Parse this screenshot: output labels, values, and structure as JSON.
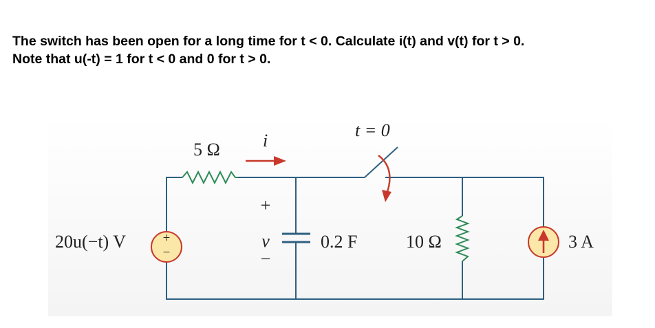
{
  "question": {
    "line1": "The switch has been open for a long time for t < 0. Calculate i(t) and v(t) for t > 0.",
    "line2": "Note that u(-t) = 1 for t < 0 and 0 for t > 0."
  },
  "circuit": {
    "resistor_left_label": "5 Ω",
    "current_label": "i",
    "switch_label": "t = 0",
    "voltage_source_label": "20u(−t) V",
    "source_plus": "+",
    "source_minus": "−",
    "cap_plus": "+",
    "cap_var": "v",
    "cap_minus": "−",
    "capacitor_label": "0.2 F",
    "resistor_right_label": "10 Ω",
    "current_source_label": "3 A"
  },
  "colors": {
    "wire": "#2e5f80",
    "resistor": "#2e8b57",
    "arrow": "#c8392b",
    "source_fill": "#fbe7a8",
    "source_stroke": "#c8392b"
  }
}
